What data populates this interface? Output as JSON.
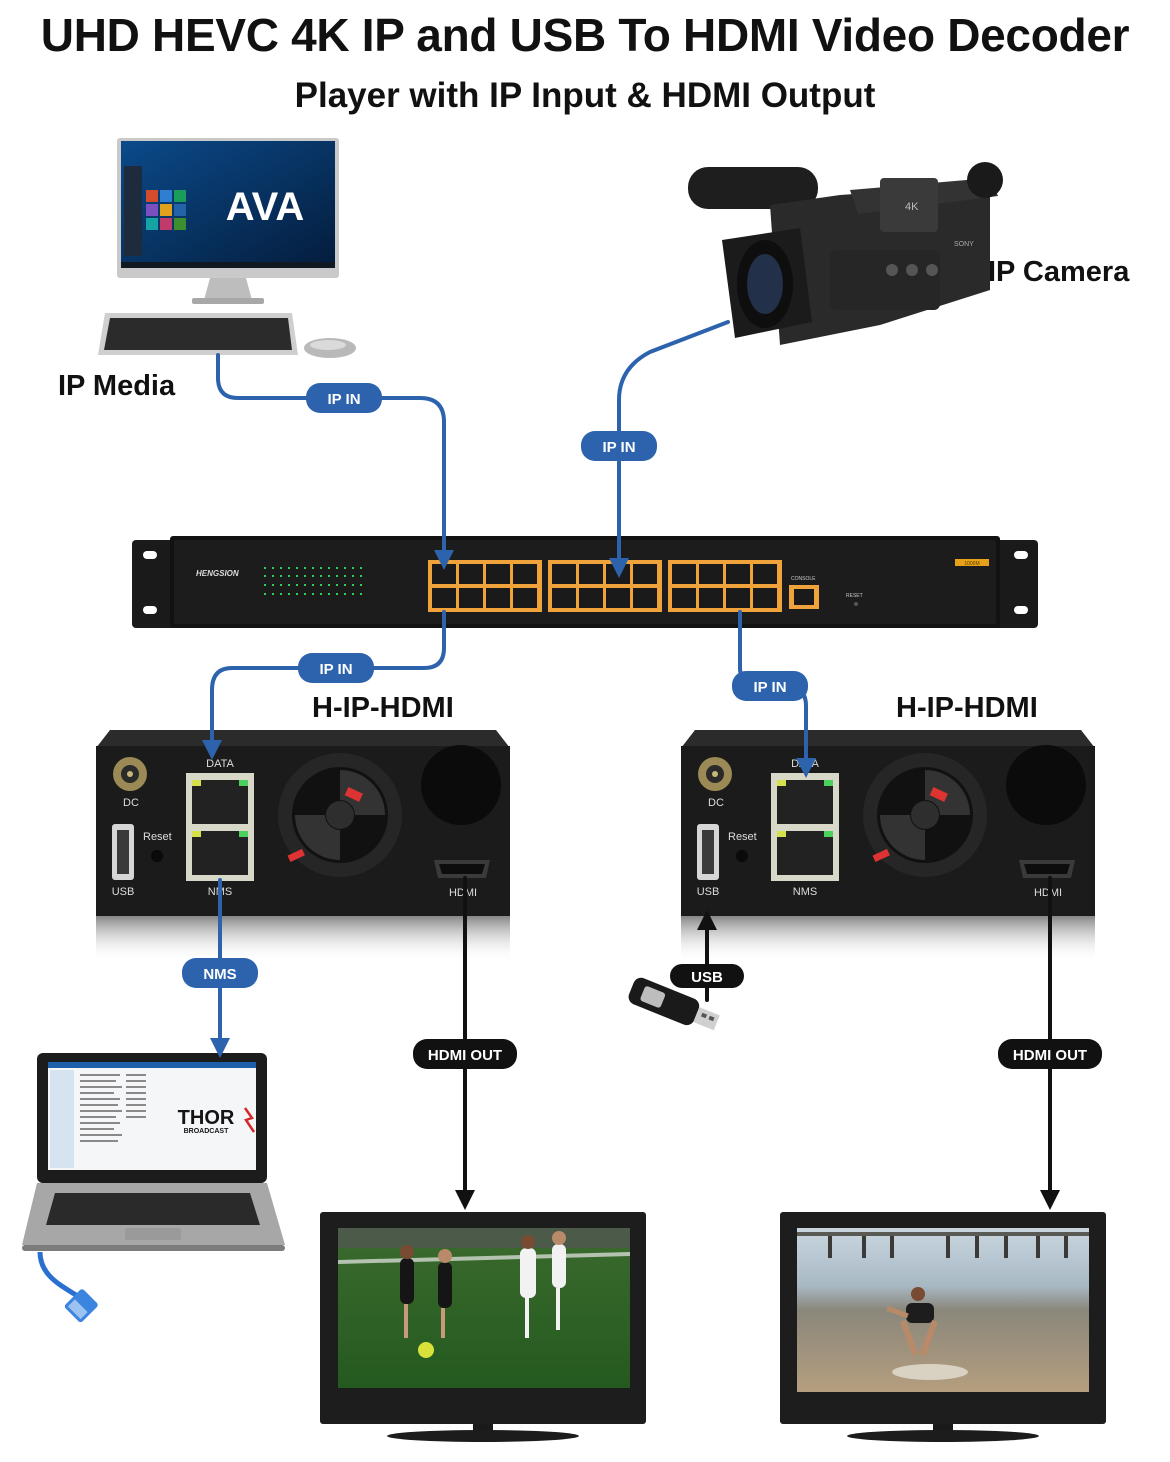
{
  "title": "UHD HEVC 4K IP and USB To HDMI Video Decoder",
  "subtitle": "Player with IP Input & HDMI Output",
  "labels": {
    "ip_media": "IP Media",
    "ip_camera": "IP Camera",
    "decoder_left": "H-IP-HDMI",
    "decoder_right": "H-IP-HDMI"
  },
  "pills": {
    "ip_in_media": "IP IN",
    "ip_in_camera": "IP IN",
    "ip_in_left": "IP IN",
    "ip_in_right": "IP IN",
    "nms": "NMS",
    "usb": "USB",
    "hdmi_out_left": "HDMI OUT",
    "hdmi_out_right": "HDMI OUT"
  },
  "switch": {
    "brand": "HENGSION",
    "console": "CONSOLE",
    "reset": "RESET",
    "badge": "1000M"
  },
  "camera": {
    "badge": "4K",
    "brand": "SONY"
  },
  "desktop": {
    "logo": "AVA"
  },
  "laptop": {
    "logo": "THOR",
    "logo_sub": "BROADCAST"
  },
  "ports": {
    "dc": "DC",
    "data": "DATA",
    "reset": "Reset",
    "usb": "USB",
    "nms": "NMS",
    "hdmi": "HDMI"
  },
  "colors": {
    "blue_line": "#2d63ad",
    "pill_blue": "#2d63ad",
    "pill_black": "#111111",
    "device_body": "#1b1b1b",
    "port_orange": "#f0a33a"
  }
}
